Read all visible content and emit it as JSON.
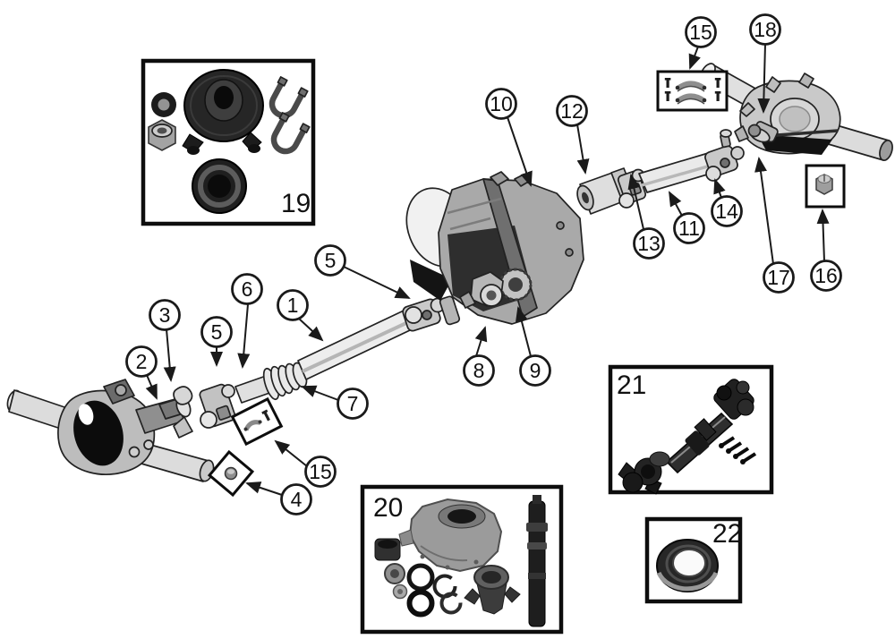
{
  "diagram": {
    "background_color": "#ffffff",
    "line_color": "#1a1a1a",
    "style": "exploded-parts-diagram with numbered callout circles and arrow leaders"
  },
  "callouts": [
    {
      "id": "callout-1",
      "label": "1"
    },
    {
      "id": "callout-2",
      "label": "2"
    },
    {
      "id": "callout-3",
      "label": "3"
    },
    {
      "id": "callout-4",
      "label": "4"
    },
    {
      "id": "callout-5-upper",
      "label": "5"
    },
    {
      "id": "callout-5-lower",
      "label": "5"
    },
    {
      "id": "callout-6",
      "label": "6"
    },
    {
      "id": "callout-7",
      "label": "7"
    },
    {
      "id": "callout-8",
      "label": "8"
    },
    {
      "id": "callout-9",
      "label": "9"
    },
    {
      "id": "callout-10",
      "label": "10"
    },
    {
      "id": "callout-11",
      "label": "11"
    },
    {
      "id": "callout-12",
      "label": "12"
    },
    {
      "id": "callout-13",
      "label": "13"
    },
    {
      "id": "callout-14",
      "label": "14"
    },
    {
      "id": "callout-15-top",
      "label": "15"
    },
    {
      "id": "callout-15-front",
      "label": "15"
    },
    {
      "id": "callout-16",
      "label": "16"
    },
    {
      "id": "callout-17",
      "label": "17"
    },
    {
      "id": "callout-18",
      "label": "18"
    }
  ],
  "inset_boxes": [
    {
      "id": "box-19",
      "label": "19"
    },
    {
      "id": "box-20",
      "label": "20"
    },
    {
      "id": "box-21",
      "label": "21"
    },
    {
      "id": "box-22",
      "label": "22"
    }
  ]
}
